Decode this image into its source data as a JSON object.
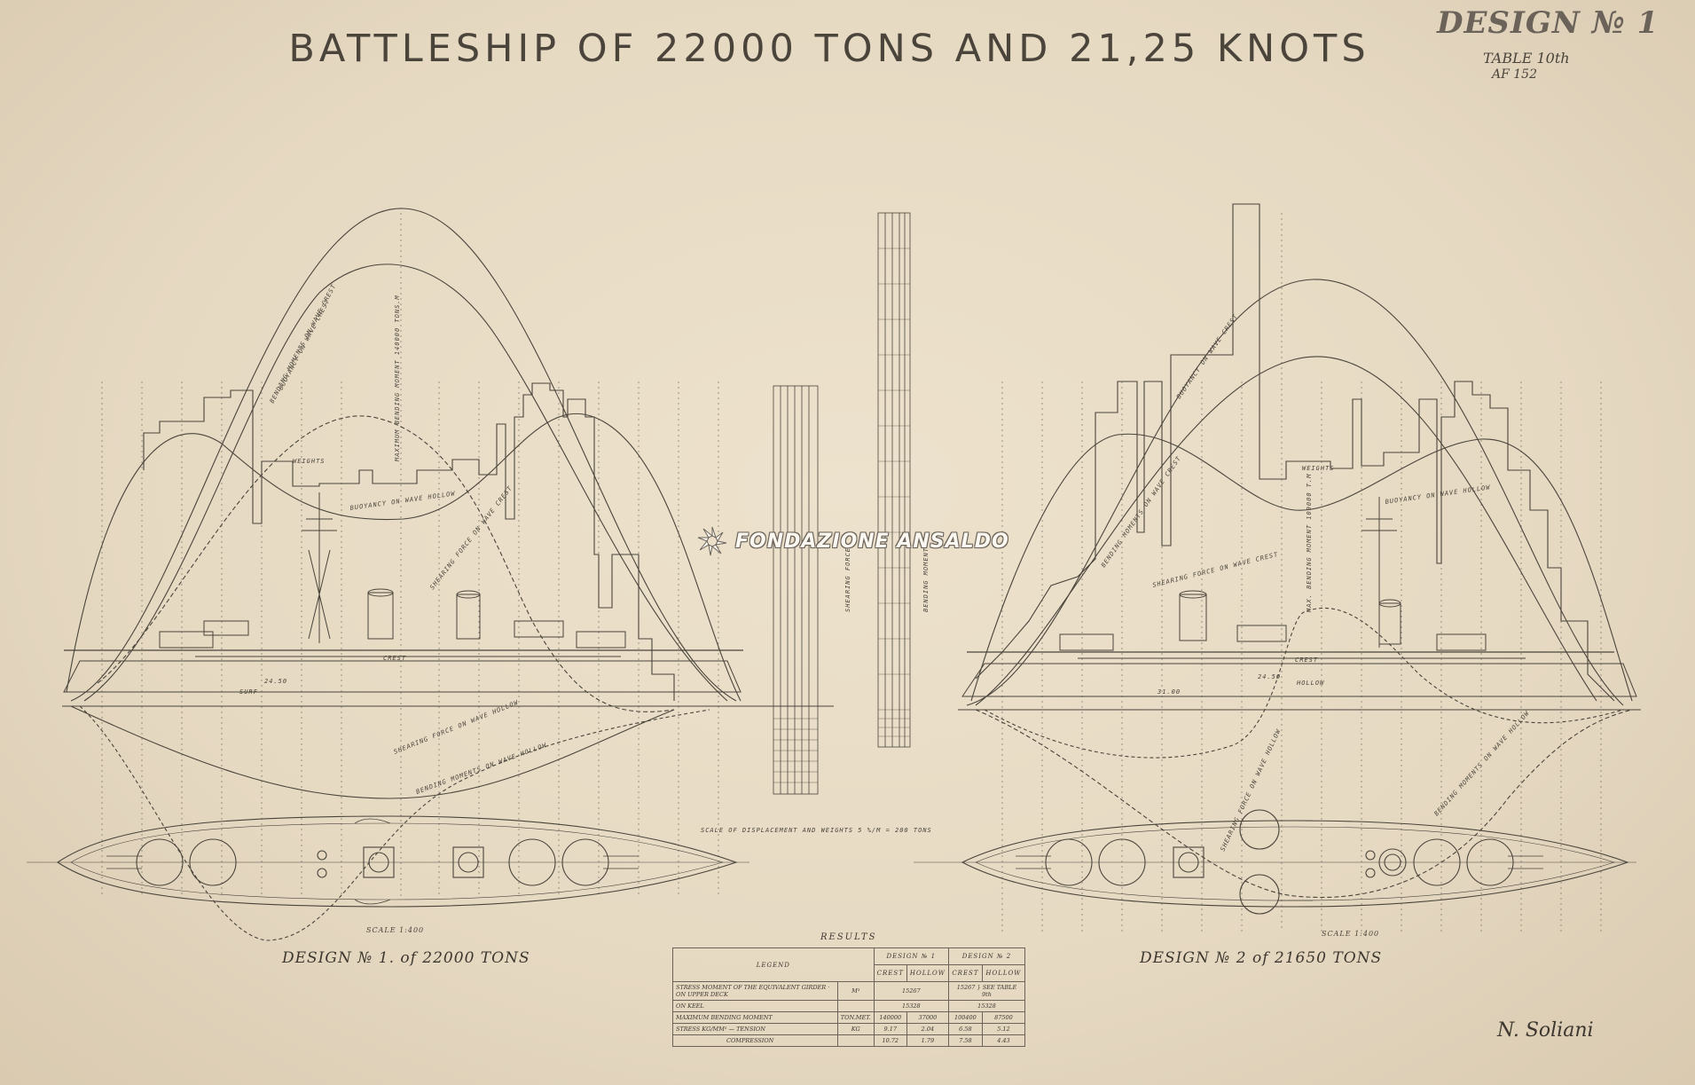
{
  "title": "BATTLESHIP OF 22000 TONS AND 21,25 KNOTS",
  "header": {
    "design_number": "DESIGN № 1",
    "table_ref": "TABLE 10th",
    "archive_ref": "AF 152"
  },
  "watermark": "FONDAZIONE ANSALDO",
  "design1": {
    "caption": "DESIGN № 1. of 22000 TONS",
    "scale": "SCALE 1:400",
    "curve_labels": {
      "weights": "WEIGHTS",
      "buoyancy_hollow": "BUOYANCY ON WAVE HOLLOW",
      "buoyancy_crest": "BUOYANCY ON WAVE CREST",
      "bending_crest": "BENDING MOMENTS ON WAVE CREST",
      "max_bending": "MAXIMUM BENDING MOMENT 140000 TONS.M",
      "shearing_crest": "SHEARING FORCE ON WAVE CREST",
      "shearing_hollow": "SHEARING FORCE ON WAVE HOLLOW",
      "bending_hollow": "BENDING MOMENTS ON WAVE HOLLOW",
      "crest": "CREST",
      "surf": "SURF",
      "dim_1": "24.50"
    }
  },
  "design2": {
    "caption": "DESIGN № 2 of 21650 TONS",
    "scale": "SCALE 1:400",
    "curve_labels": {
      "weights": "WEIGHTS",
      "buoyancy_hollow": "BUOYANCY ON WAVE HOLLOW",
      "buoyancy_crest": "BUOYANCY ON WAVE CREST",
      "shearing_crest": "SHEARING FORCE ON WAVE CREST",
      "bending_crest": "BENDING MOMENTS ON WAVE CREST",
      "shearing_hollow": "SHEARING FORCE ON WAVE HOLLOW",
      "bending_hollow": "BENDING MOMENTS ON WAVE HOLLOW",
      "max_bending": "MAX. BENDING MOMENT 109000 T.M",
      "crest": "CREST",
      "hollow": "HOLLOW",
      "dim_1": "24.50",
      "dim_2": "31.00"
    }
  },
  "scales": {
    "shearing_label": "SHEARING FORCE",
    "bending_label": "BENDING MOMENT",
    "displacement_note": "SCALE OF DISPLACEMENT AND WEIGHTS 5 %/M = 200 TONS"
  },
  "results": {
    "title": "RESULTS",
    "head_legend": "LEGEND",
    "head_d1": "DESIGN № 1",
    "head_d2": "DESIGN № 2",
    "sub_crest": "CREST",
    "sub_hollow": "HOLLOW",
    "sub_crest2": "CREST",
    "sub_hollow2": "HOLLOW",
    "rows": {
      "stress_moment": "STRESS MOMENT OF THE EQUIVALENT GIRDER",
      "upper_deck": "ON UPPER DECK",
      "on_keel": "ON KEEL",
      "unit_m3": "M³",
      "upper_d1": "15267",
      "upper_d2": "15267",
      "keel_d1": "15328",
      "keel_d2": "15328",
      "see_table": "SEE TABLE 9th",
      "max_bending": "MAXIMUM BENDING MOMENT",
      "unit_tm": "TON.MET.",
      "bend_c1": "140000",
      "bend_h1": "37000",
      "bend_c2": "100400",
      "bend_h2": "87500",
      "stress": "STRESS",
      "stress_unit": "KG/MM²",
      "tension": "TENSION",
      "compression": "COMPRESSION",
      "unit_kg": "KG",
      "ten_c1": "9.17",
      "ten_h1": "2.04",
      "ten_c2": "6.58",
      "ten_h2": "5.12",
      "com_c1": "10.72",
      "com_h1": "1.79",
      "com_c2": "7.58",
      "com_h2": "4.43"
    }
  },
  "signature": "N. Soliani",
  "colors": {
    "paper": "#e8dcc6",
    "ink": "#4a443b"
  }
}
